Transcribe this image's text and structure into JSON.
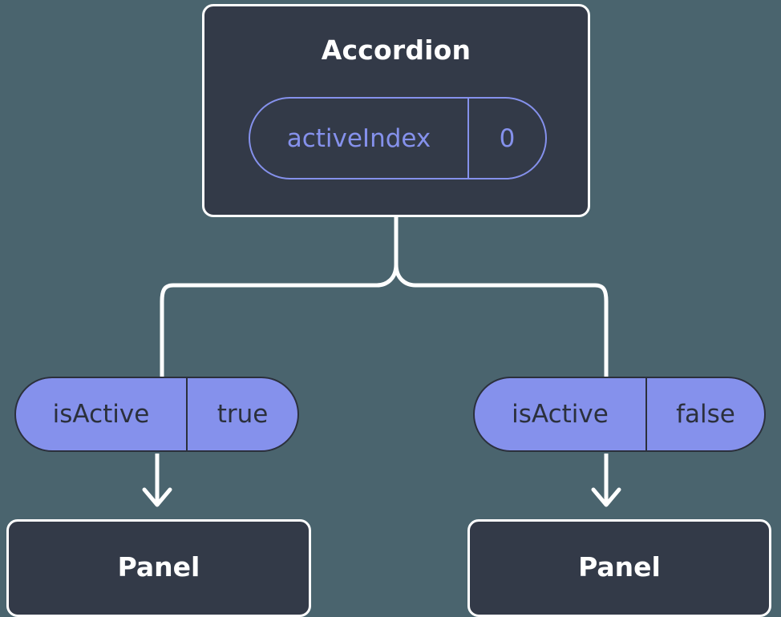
{
  "diagram": {
    "title": "Accordion component state/props tree",
    "background_color": "#4a646e",
    "node_fill_color": "#333a48",
    "node_border_color": "#ffffff",
    "accent_color": "#8591ec",
    "pill_text_color": "#2b303c",
    "connector_color": "#ffffff"
  },
  "root": {
    "name": "accordion-node",
    "title": "Accordion",
    "state_pill": {
      "key": "activeIndex",
      "value": "0"
    }
  },
  "branches": [
    {
      "name": "left-branch",
      "prop_pill": {
        "key": "isActive",
        "value": "true"
      },
      "child": {
        "title": "Panel"
      }
    },
    {
      "name": "right-branch",
      "prop_pill": {
        "key": "isActive",
        "value": "false"
      },
      "child": {
        "title": "Panel"
      }
    }
  ],
  "icons": {
    "arrow_down": "arrow-down-icon",
    "branch_split": "branch-split-connector-icon"
  }
}
